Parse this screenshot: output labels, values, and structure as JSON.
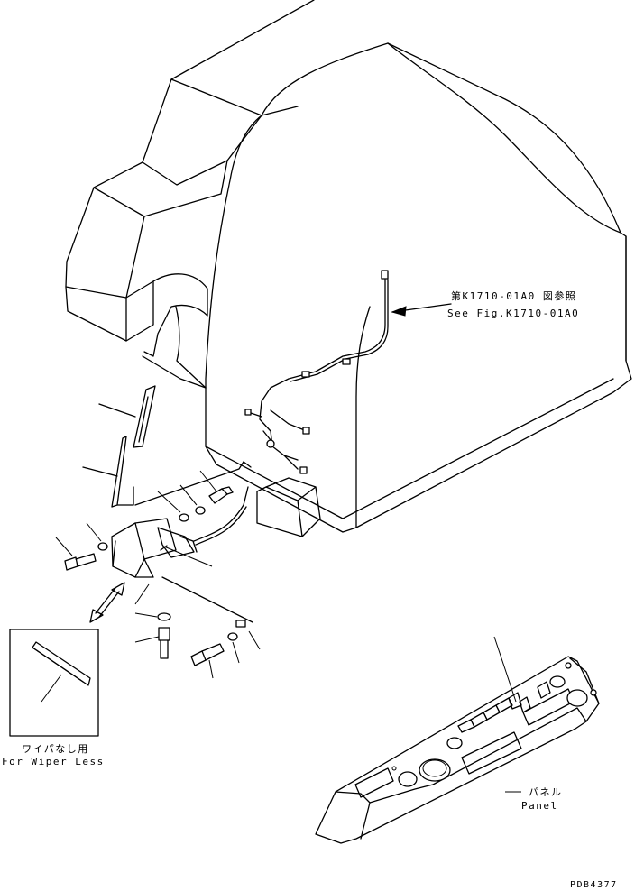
{
  "callout_ref": {
    "line1": "第K1710-01A0 図参照",
    "line2": "See Fig.K1710-01A0"
  },
  "inset": {
    "label_jp": "ワイパなし用",
    "label_en": "For Wiper Less"
  },
  "panel": {
    "label_jp": "パネル",
    "label_en": "Panel"
  },
  "drawing_number": "PDB4377"
}
